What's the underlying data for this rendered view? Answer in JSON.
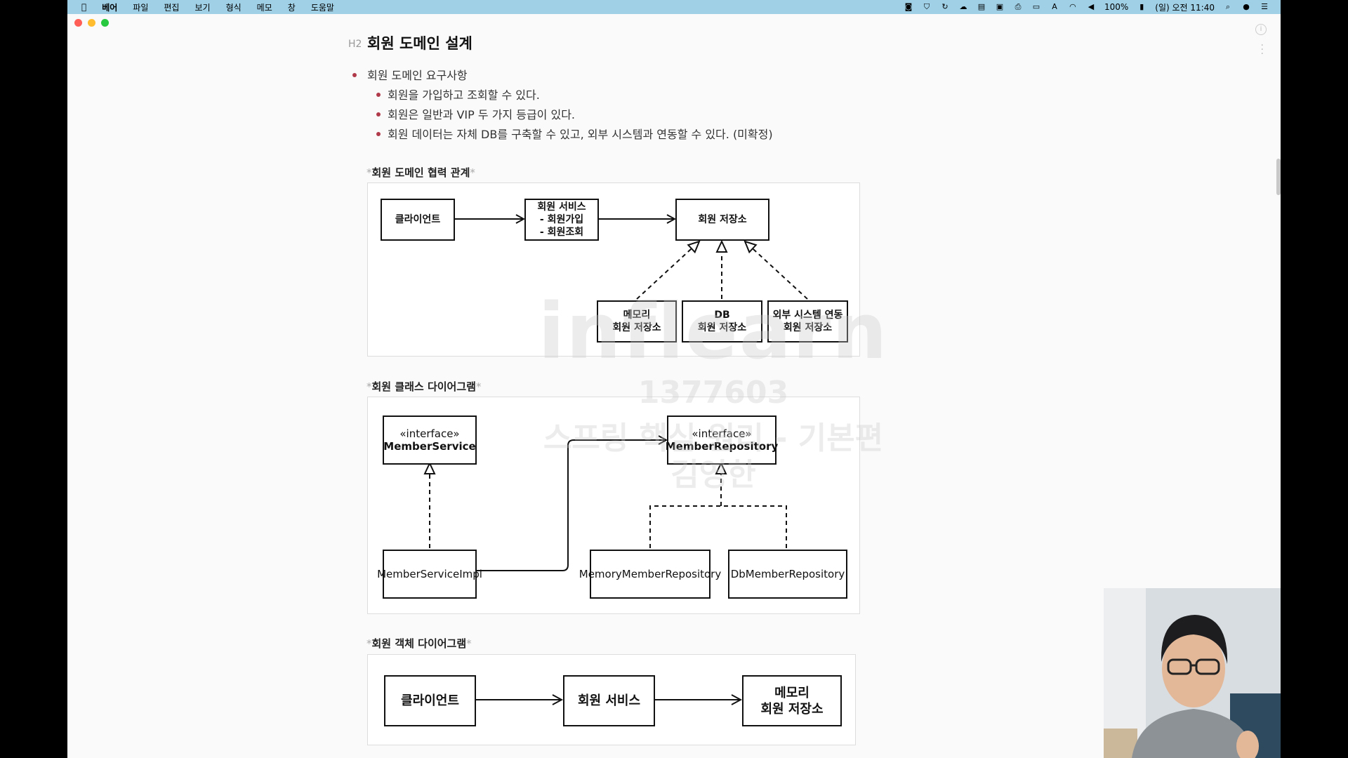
{
  "menubar": {
    "app": "베어",
    "items": [
      "파일",
      "편집",
      "보기",
      "형식",
      "메모",
      "창",
      "도움말"
    ],
    "battery": "100%",
    "clock": "(일) 오전 11:40"
  },
  "heading_tag": "H2",
  "heading": "회원 도메인 설계",
  "requirements": {
    "title": "회원 도메인 요구사항",
    "items": [
      "회원을 가입하고 조회할 수 있다.",
      "회원은 일반과 VIP 두 가지 등급이 있다.",
      "회원 데이터는 자체 DB를 구축할 수 있고, 외부 시스템과 연동할 수 있다. (미확정)"
    ]
  },
  "fig1": {
    "caption": "회원 도메인 협력 관계",
    "client": "클라이언트",
    "service_title": "회원 서비스",
    "service_line1": "- 회원가입",
    "service_line2": "- 회원조회",
    "repo": "회원 저장소",
    "memory_l1": "메모리",
    "memory_l2": "회원 저장소",
    "db_l1": "DB",
    "db_l2": "회원 저장소",
    "ext_l1": "외부 시스템 연동",
    "ext_l2": "회원 저장소"
  },
  "fig2": {
    "caption": "회원 클래스 다이어그램",
    "stereotype": "«interface»",
    "member_service": "MemberService",
    "member_repository": "MemberRepository",
    "service_impl": "MemberServiceImpl",
    "memory_repo": "MemoryMemberRepository",
    "db_repo": "DbMemberRepository"
  },
  "fig3": {
    "caption": "회원 객체 다이어그램",
    "client": "클라이언트",
    "service": "회원 서비스",
    "memory_l1": "메모리",
    "memory_l2": "회원 저장소"
  },
  "watermark": {
    "brand": "inflearn",
    "id": "1377603",
    "course": "스프링 핵심 원리 - 기본편",
    "author": "김영한"
  },
  "colors": {
    "menubar": "#9fd0e6",
    "bullet": "#b03a4a",
    "close": "#ff5f57",
    "minimize": "#febc2e",
    "zoom": "#28c840"
  }
}
